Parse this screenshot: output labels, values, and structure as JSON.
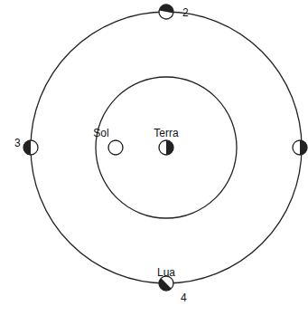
{
  "diagram": {
    "labels": [
      "2",
      "3",
      "Sol",
      "Terra",
      "Lua",
      "4"
    ]
  }
}
